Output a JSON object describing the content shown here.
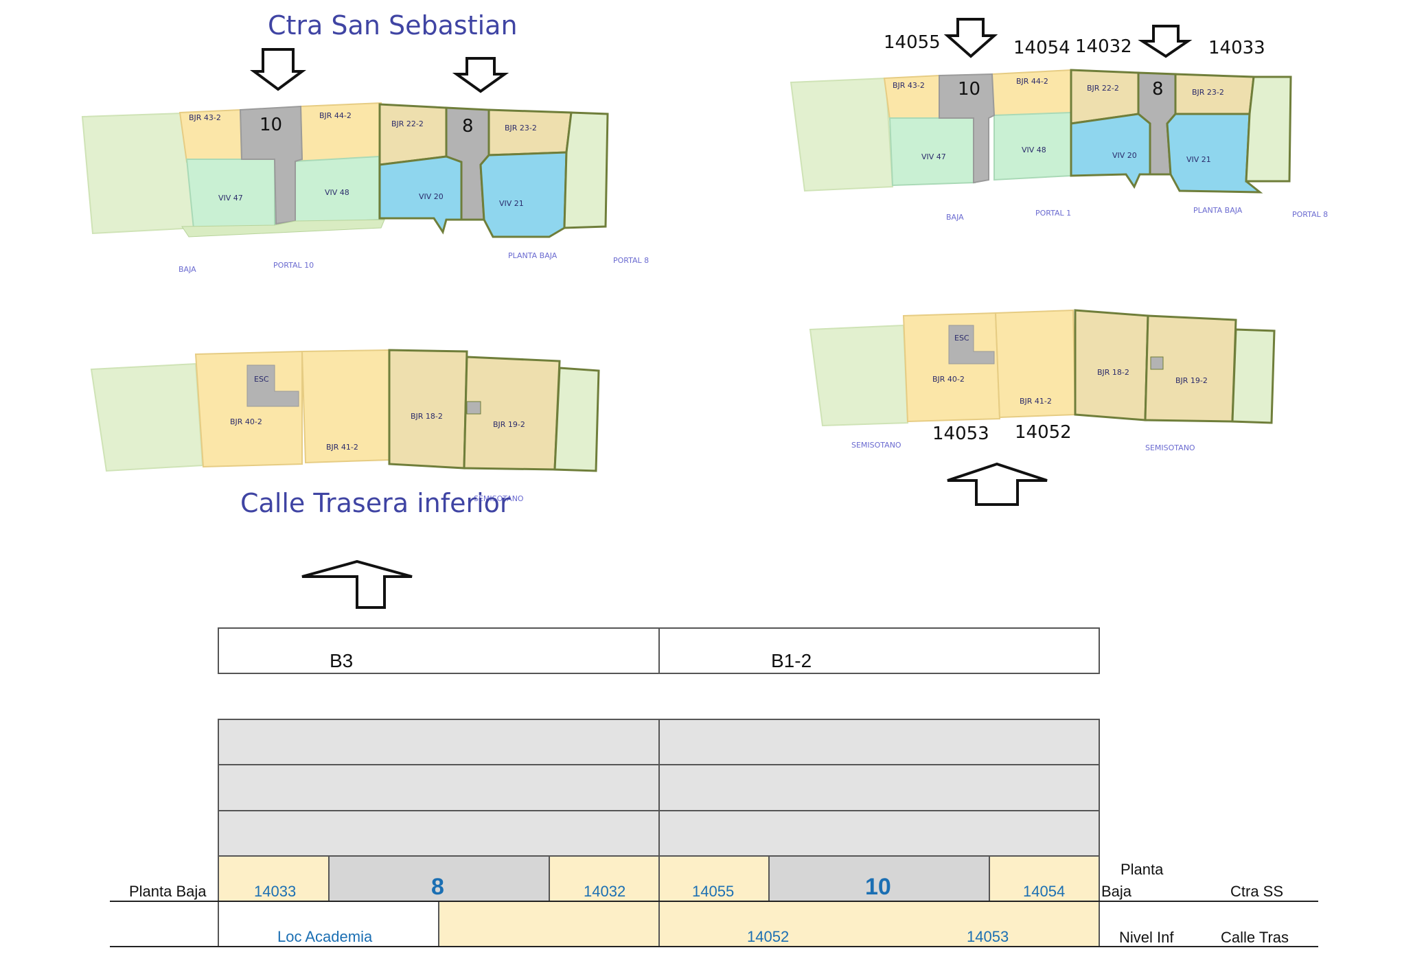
{
  "colors": {
    "plot_light_green": "#e2f0cf",
    "plot_yellow": "#fbe6a8",
    "plot_tan": "#eedfae",
    "plot_mint": "#c9f0d3",
    "plot_blue": "#8fd6ee",
    "plot_gray": "#b3b3b3",
    "title_blue": "#3f44a3",
    "cell_blue_text": "#1b6fb3",
    "row_gray": "#e3e3e3",
    "row_yellow": "#fdefc7"
  },
  "top_left": {
    "title": "Ctra San Sebastian",
    "units": {
      "u10": "10",
      "u8": "8"
    },
    "labels": {
      "bjr43": "BJR 43-2",
      "bjr44": "BJR 44-2",
      "bjr22": "BJR 22-2",
      "bjr23": "BJR 23-2",
      "viv47": "VIV 47",
      "viv48": "VIV 48",
      "viv20": "VIV 20",
      "viv21": "VIV 21",
      "baja": "BAJA",
      "portal10": "PORTAL 10",
      "planta_baja": "PLANTA BAJA",
      "portal8": "PORTAL 8"
    }
  },
  "bottom_left": {
    "title": "Calle Trasera inferior",
    "labels": {
      "esc": "ESC",
      "bjr40": "BJR 40-2",
      "bjr41": "BJR 41-2",
      "bjr18": "BJR 18-2",
      "bjr19": "BJR 19-2",
      "semisotano": "SEMISOTANO"
    }
  },
  "top_right": {
    "refs": {
      "r14055": "14055",
      "r14054": "14054",
      "r14032": "14032",
      "r14033": "14033"
    },
    "units": {
      "u10": "10",
      "u8": "8"
    },
    "labels": {
      "bjr43": "BJR 43-2",
      "bjr44": "BJR 44-2",
      "bjr22": "BJR 22-2",
      "bjr23": "BJR 23-2",
      "viv47": "VIV 47",
      "viv48": "VIV 48",
      "viv20": "VIV 20",
      "viv21": "VIV 21",
      "baja": "BAJA",
      "portal1": "PORTAL 1",
      "planta_baja": "PLANTA BAJA",
      "portal8": "PORTAL 8"
    }
  },
  "bottom_right": {
    "refs": {
      "r14053": "14053",
      "r14052": "14052"
    },
    "labels": {
      "esc": "ESC",
      "bjr40": "BJR 40-2",
      "bjr41": "BJR 41-2",
      "bjr18": "BJR 18-2",
      "bjr19": "BJR 19-2",
      "semisotano_l": "SEMISOTANO",
      "semisotano_r": "SEMISOTANO"
    }
  },
  "section": {
    "block_left": "B3",
    "block_right": "B1-2",
    "ground_row": {
      "left_label": "Planta Baja",
      "right_label_1": "Planta",
      "right_label_2": "Baja",
      "street": "Ctra SS",
      "cells": {
        "c14033": "14033",
        "c8": "8",
        "c14032": "14032",
        "c14055": "14055",
        "c10": "10",
        "c14054": "14054"
      }
    },
    "lower_row": {
      "level": "Nivel Inf",
      "street": "Calle Tras",
      "cells": {
        "loc": "Loc Academia",
        "c14052": "14052",
        "c14053": "14053"
      }
    }
  }
}
